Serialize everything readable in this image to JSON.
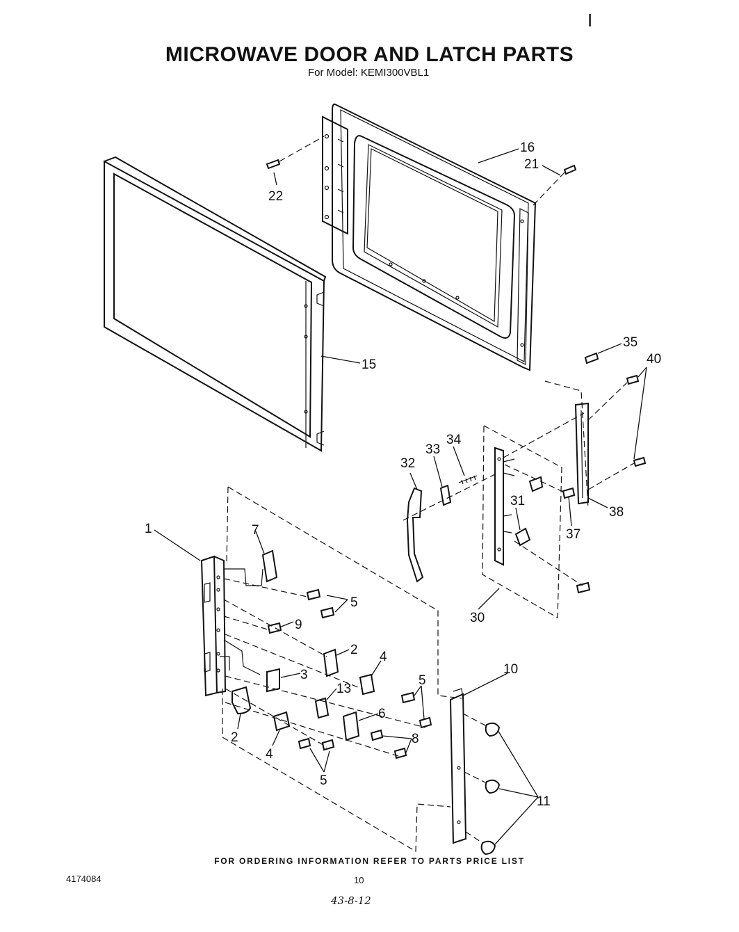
{
  "header": {
    "corner_mark": "I",
    "title": "MICROWAVE DOOR AND LATCH PARTS",
    "subtitle": "For Model: KEMI300VBL1"
  },
  "callouts": [
    {
      "id": "c16",
      "label": "16"
    },
    {
      "id": "c21",
      "label": "21"
    },
    {
      "id": "c22",
      "label": "22"
    },
    {
      "id": "c15",
      "label": "15"
    },
    {
      "id": "c35",
      "label": "35"
    },
    {
      "id": "c40",
      "label": "40"
    },
    {
      "id": "c34",
      "label": "34"
    },
    {
      "id": "c33",
      "label": "33"
    },
    {
      "id": "c32",
      "label": "32"
    },
    {
      "id": "c31",
      "label": "31"
    },
    {
      "id": "c38",
      "label": "38"
    },
    {
      "id": "c37",
      "label": "37"
    },
    {
      "id": "c30",
      "label": "30"
    },
    {
      "id": "c1",
      "label": "1"
    },
    {
      "id": "c7",
      "label": "7"
    },
    {
      "id": "c5a",
      "label": "5"
    },
    {
      "id": "c9",
      "label": "9"
    },
    {
      "id": "c2a",
      "label": "2"
    },
    {
      "id": "c4a",
      "label": "4"
    },
    {
      "id": "c3",
      "label": "3"
    },
    {
      "id": "c5b",
      "label": "5"
    },
    {
      "id": "c10",
      "label": "10"
    },
    {
      "id": "c13",
      "label": "13"
    },
    {
      "id": "c6",
      "label": "6"
    },
    {
      "id": "c8",
      "label": "8"
    },
    {
      "id": "c2b",
      "label": "2"
    },
    {
      "id": "c4b",
      "label": "4"
    },
    {
      "id": "c5c",
      "label": "5"
    },
    {
      "id": "c11",
      "label": "11"
    }
  ],
  "footer": {
    "ordering_note": "FOR ORDERING INFORMATION REFER TO PARTS PRICE LIST",
    "document_number": "4174084",
    "page_number": "10",
    "handwritten_note": "43-8-12"
  }
}
